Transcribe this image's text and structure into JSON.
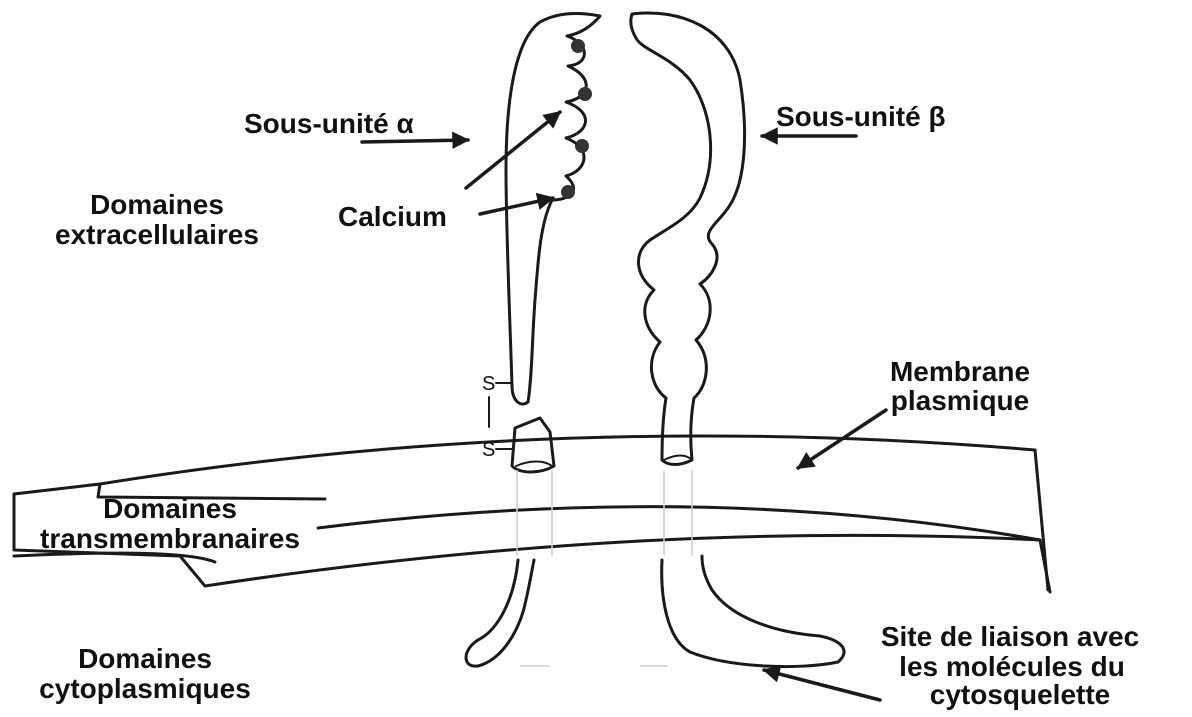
{
  "labels": {
    "alpha": "Sous-unité α",
    "beta": "Sous-unité β",
    "calcium": "Calcium",
    "extracellular_1": "Domaines",
    "extracellular_2": "extracellulaires",
    "membrane_1": "Membrane",
    "membrane_2": "plasmique",
    "transmembrane_1": "Domaines",
    "transmembrane_2": "transmembranaires",
    "cytoplasmic_1": "Domaines",
    "cytoplasmic_2": "cytoplasmiques",
    "site_1": "Site de liaison avec",
    "site_2": "les molécules du",
    "site_3": "cytosquelette",
    "s_top": "S",
    "s_bottom": "S"
  }
}
